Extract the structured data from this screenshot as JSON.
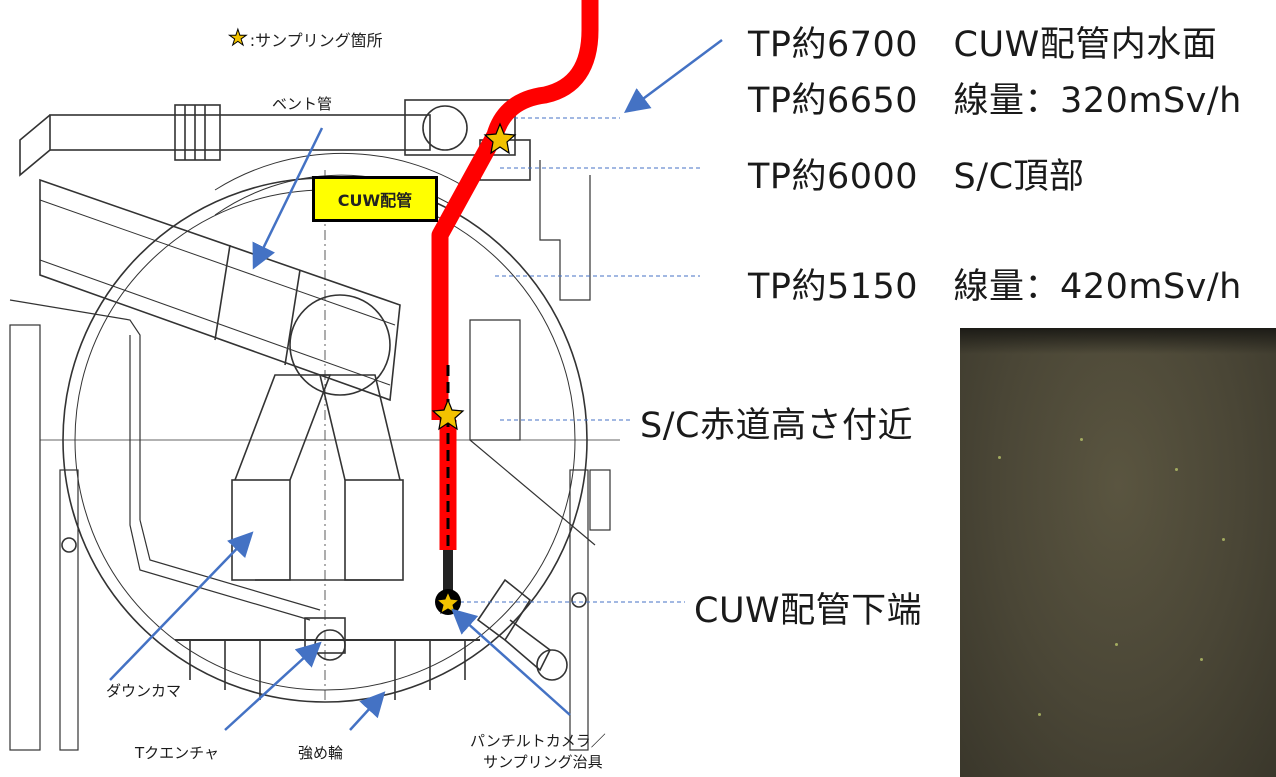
{
  "legend": {
    "symbol": "★",
    "text": ":サンプリング箇所"
  },
  "callout_box": "CUW配管",
  "levels": [
    {
      "text": "TP約6700　CUW配管内水面"
    },
    {
      "text": "TP約6650　線量：320mSv/h"
    },
    {
      "text": "TP約6000　S/C頂部"
    },
    {
      "text": "TP約5150　線量：420mSv/h"
    },
    {
      "text": "S/C赤道高さ付近"
    },
    {
      "text": "CUW配管下端"
    }
  ],
  "component_labels": {
    "vent_pipe": "ベント管",
    "downcomer": "ダウンカマ",
    "t_quencher": "Tクエンチャ",
    "ring_girder": "強め輪",
    "pan_tilt_line1": "パンチルトカメラ／",
    "pan_tilt_line2": "サンプリング治具"
  },
  "colors": {
    "pipe": "#ff0000",
    "arrow": "#4472c4",
    "star": "#f2c200",
    "box": "#ffff00"
  }
}
